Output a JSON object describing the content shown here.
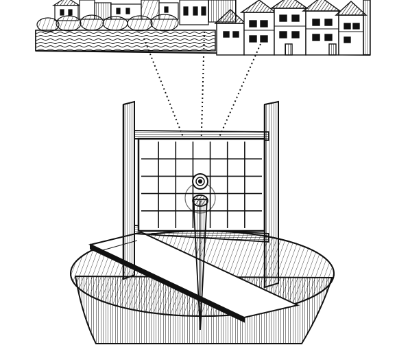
{
  "illustration": {
    "style": "woodcut-engraving",
    "colors": {
      "ink": "#111111",
      "paper": "#ffffff"
    },
    "grid": {
      "columns": 7,
      "rows": 5
    }
  }
}
